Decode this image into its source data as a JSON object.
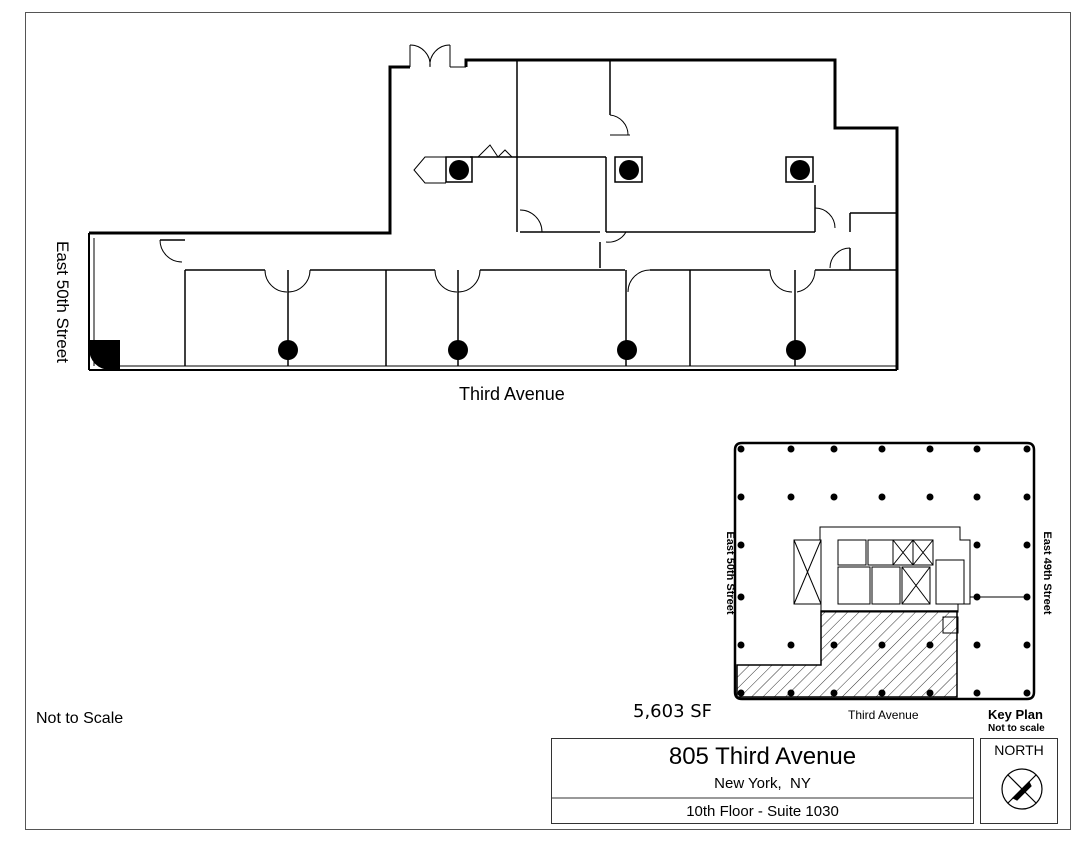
{
  "plan": {
    "street_left": "East 50th Street",
    "street_bottom": "Third Avenue",
    "scale_note": "Not to Scale"
  },
  "key_plan": {
    "area": "5,603 SF",
    "street_left": "East 50th Street",
    "street_right": "East 49th Street",
    "street_bottom": "Third Avenue",
    "title": "Key Plan",
    "scale_note": "Not to scale"
  },
  "title_block": {
    "building": "805 Third Avenue",
    "city": "New York,  NY",
    "suite": "10th Floor - Suite 1030"
  },
  "north": {
    "label": "NORTH"
  }
}
